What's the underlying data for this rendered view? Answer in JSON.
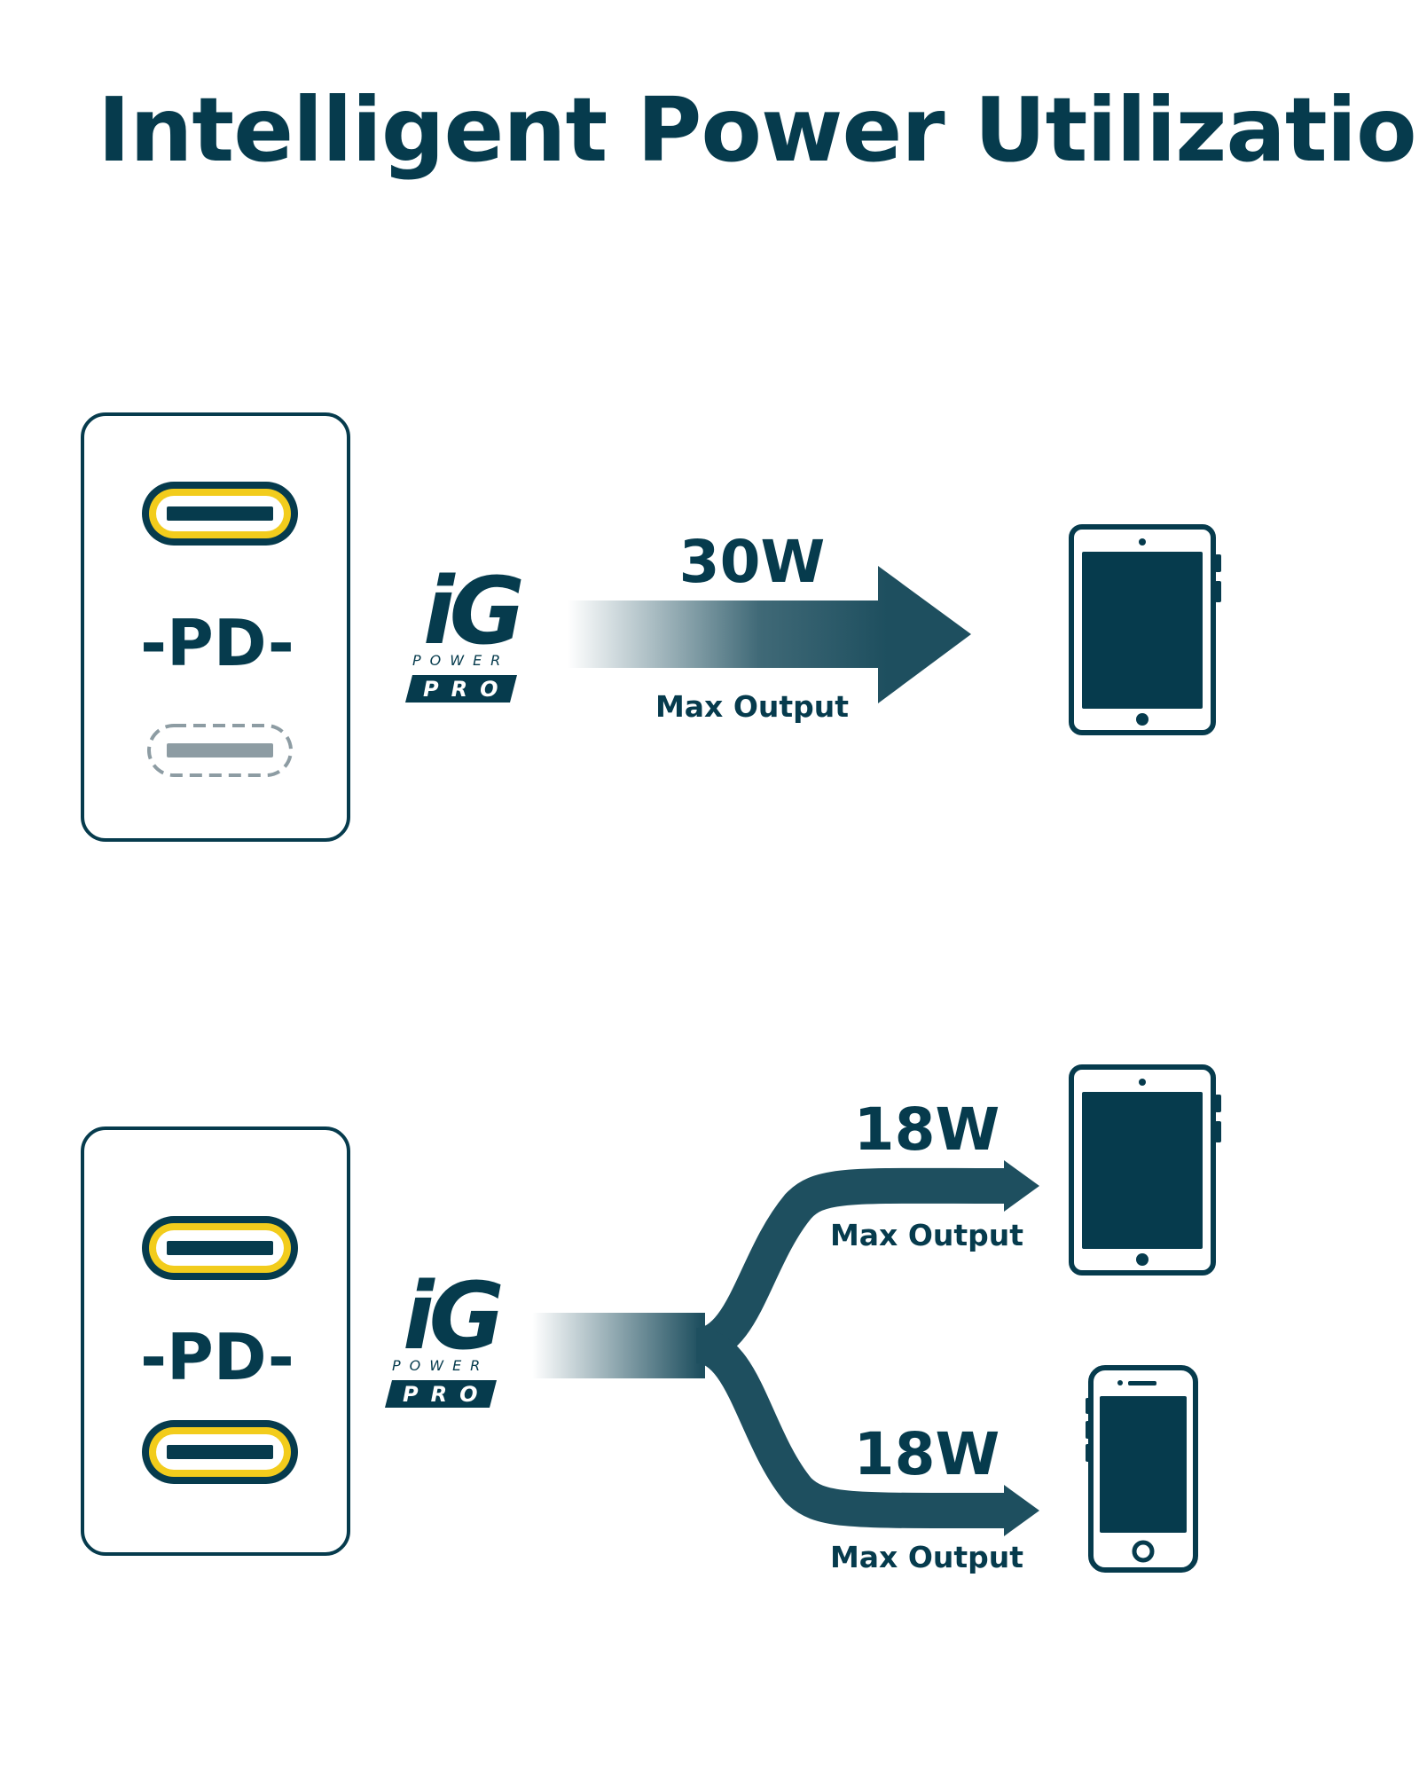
{
  "title": "Intelligent Power Utilization",
  "logo": {
    "top_text": "iG",
    "middle_text": "POWER",
    "bottom_text": "PRO"
  },
  "scenario_single": {
    "charger_label": "-PD-",
    "active_port": "top",
    "ports": [
      "usb-c-active",
      "usb-c-inactive"
    ],
    "output": {
      "power": "30W",
      "caption": "Max Output",
      "device": "tablet-icon"
    }
  },
  "scenario_dual": {
    "charger_label": "-PD-",
    "ports": [
      "usb-c-active",
      "usb-c-active"
    ],
    "outputs": [
      {
        "power": "18W",
        "caption": "Max Output",
        "device": "tablet-icon"
      },
      {
        "power": "18W",
        "caption": "Max Output",
        "device": "phone-icon"
      }
    ]
  },
  "colors": {
    "primary": "#063b4d",
    "port_highlight": "#f2cc1c",
    "inactive_port": "#8d9ca3",
    "arrow": "#1e4f5f"
  }
}
